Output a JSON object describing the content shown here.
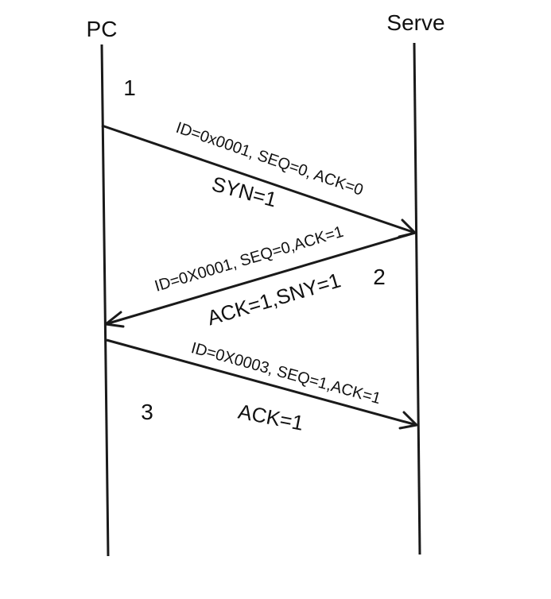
{
  "participants": {
    "left": "PC",
    "right": "Serve"
  },
  "steps": [
    {
      "number": "1",
      "from": "PC",
      "to": "Serve",
      "header": "ID=0x0001, SEQ=0, ACK=0",
      "flags": "SYN=1"
    },
    {
      "number": "2",
      "from": "Serve",
      "to": "PC",
      "header": "ID=0X0001, SEQ=0,ACK=1",
      "flags": "ACK=1,SNY=1"
    },
    {
      "number": "3",
      "from": "PC",
      "to": "Serve",
      "header": "ID=0X0003, SEQ=1,ACK=1",
      "flags": "ACK=1"
    }
  ],
  "colors": {
    "line": "#1a1a1a",
    "text": "#111111",
    "background": "#ffffff"
  }
}
